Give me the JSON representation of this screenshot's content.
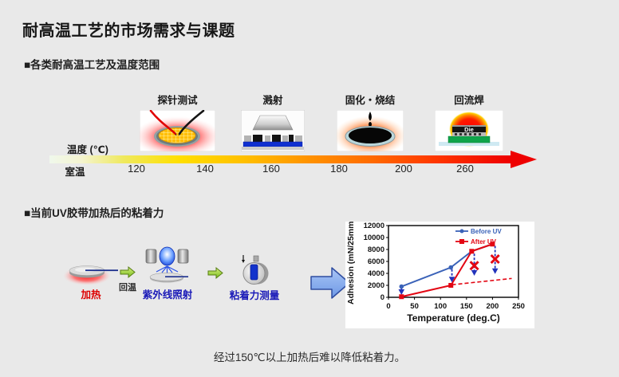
{
  "page": {
    "title": "耐高温工艺的市场需求与课题",
    "bottom_note": "经过150℃以上加热后难以降低粘着力。"
  },
  "section1": {
    "heading": "■各类耐高温工艺及温度范围",
    "processes": [
      {
        "label": "探针测试"
      },
      {
        "label": "溅射"
      },
      {
        "label": "固化・烧结"
      },
      {
        "label": "回流焊",
        "image_text": "Die"
      }
    ],
    "axis": {
      "y_label": "温度 (℃)",
      "room_temp_label": "室温",
      "ticks": [
        "120",
        "140",
        "160",
        "180",
        "200",
        "260"
      ]
    }
  },
  "section2": {
    "heading": "■当前UV胶带加热后的粘着力",
    "steps": {
      "heat_label": "加热",
      "rewarm_label": "回温",
      "uv_label": "紫外线照射",
      "measure_label": "粘着力测量"
    }
  },
  "colors": {
    "heat_label": "#dd0000",
    "uv_blue_label": "#1a1ab8",
    "before_uv_series": "#3a62b8",
    "after_uv_series": "#e30613",
    "gradient_arrow_end": "#ee0000"
  },
  "icons": {
    "step_arrow": "green-block-arrow-right",
    "big_arrow": "blue-block-arrow-right",
    "heating_wafer": "wafer-with-red-glow",
    "uv_lamp": "uv-lamp-over-wafer",
    "adhesion_gauge": "dial-gauge"
  },
  "chart_data": {
    "type": "line",
    "title": "",
    "xlabel": "Temperature (deg.C)",
    "ylabel": "Adhesion (mN/25mm)",
    "xlim": [
      0,
      250
    ],
    "ylim": [
      0,
      12000
    ],
    "x_ticks": [
      0,
      50,
      100,
      150,
      200,
      250
    ],
    "y_ticks": [
      0,
      2000,
      4000,
      6000,
      8000,
      10000,
      12000
    ],
    "grid": false,
    "legend_position": "top-right",
    "series": [
      {
        "name": "Before UV",
        "color": "#3a62b8",
        "marker": "circle",
        "points": [
          [
            25,
            1800
          ],
          [
            120,
            5000
          ],
          [
            160,
            7700
          ],
          [
            200,
            8900
          ]
        ]
      },
      {
        "name": "After UV",
        "color": "#e30613",
        "marker": "square",
        "points": [
          [
            25,
            100
          ],
          [
            120,
            2000
          ],
          [
            160,
            7700
          ],
          [
            200,
            8900
          ]
        ]
      }
    ],
    "annotations": {
      "down_arrows": [
        {
          "x": 25,
          "y_from": 1500,
          "y_to": 400
        },
        {
          "x": 122,
          "y_from": 4700,
          "y_to": 2500
        },
        {
          "x": 165,
          "y_from": 7300,
          "y_to": 3600
        },
        {
          "x": 205,
          "y_from": 8600,
          "y_to": 3900
        }
      ],
      "x_marks": [
        {
          "x": 165,
          "y": 5300
        },
        {
          "x": 205,
          "y": 6400
        }
      ],
      "trend_dashed": {
        "from": [
          122,
          2100
        ],
        "to": [
          237,
          3150
        ],
        "color": "#e30613"
      }
    }
  }
}
